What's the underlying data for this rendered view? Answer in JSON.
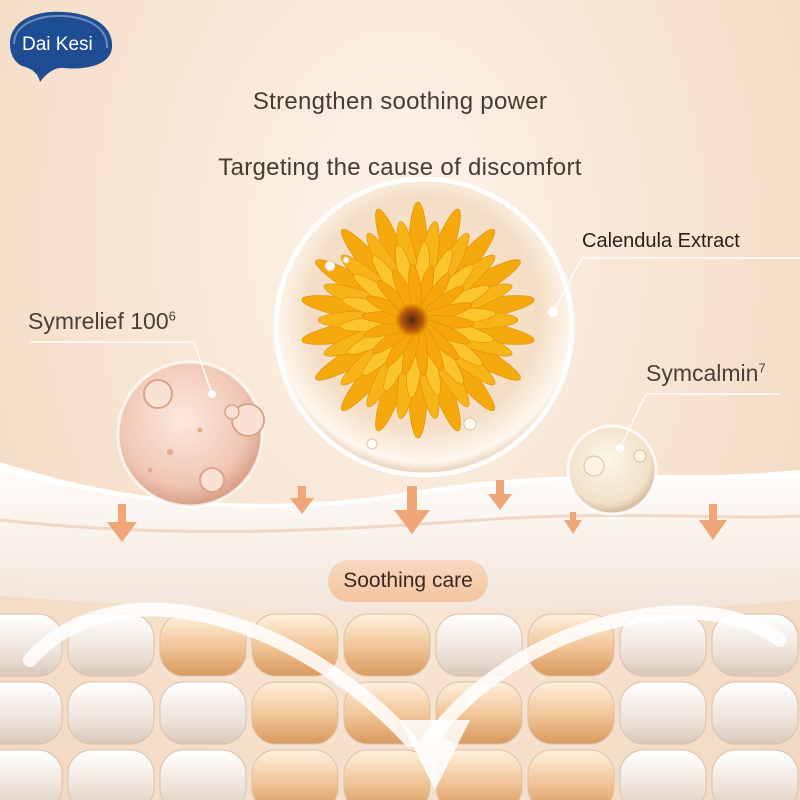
{
  "brand": {
    "name": "Dai Kesi",
    "badge_color": "#1e4d94"
  },
  "headline": {
    "title": "Strengthen soothing power",
    "subtitle": "Targeting the cause of discomfort"
  },
  "ingredients": [
    {
      "name": "Calendula Extract",
      "sup": ""
    },
    {
      "name": "Symrelief 100",
      "sup": "6"
    },
    {
      "name": "Symcalmin",
      "sup": "7"
    }
  ],
  "benefit_pill": "Soothing care",
  "colors": {
    "arrow": "#f0a676",
    "petal": "#f7b418",
    "cell_gold": "#f0c394",
    "cell_cream": "#f4ebe3",
    "text": "#4a3a30"
  }
}
